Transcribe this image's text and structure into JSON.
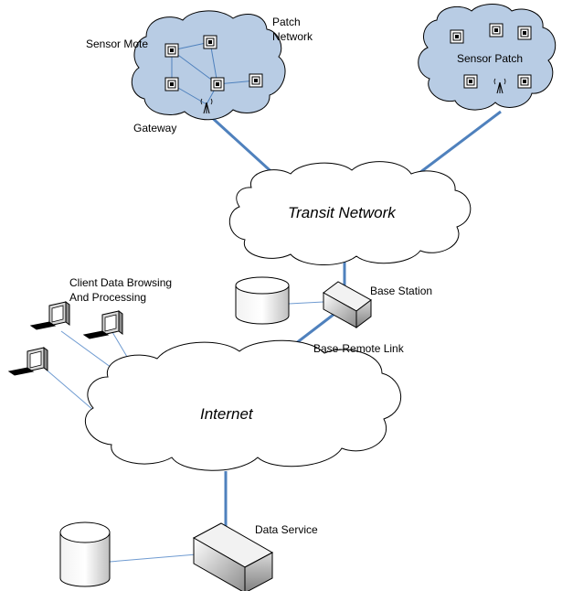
{
  "labels": {
    "sensor_mote": "Sensor Mote",
    "patch_network_1": "Patch",
    "patch_network_2": "Network",
    "gateway": "Gateway",
    "sensor_patch": "Sensor Patch",
    "transit_network": "Transit Network",
    "client_1": "Client Data Browsing",
    "client_2": "And Processing",
    "base_station": "Base Station",
    "base_remote_link": "Base-Remote Link",
    "internet": "Internet",
    "data_service": "Data Service"
  },
  "colors": {
    "cloud_fill_blue": "#b8cce4",
    "cloud_stroke": "#000000",
    "link_blue": "#4f81bd",
    "thin_link": "#6f9bd1"
  }
}
